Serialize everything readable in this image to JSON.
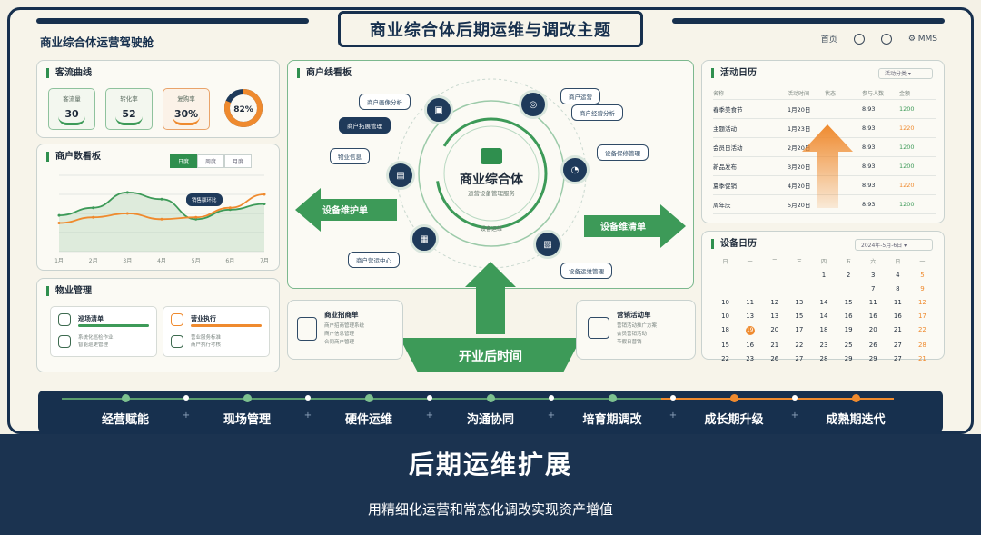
{
  "header": {
    "title": "商业综合体后期运维与调改主题",
    "brand": "商业综合体运营驾驶舱",
    "nav": [
      "首页",
      "",
      "",
      "MMS"
    ]
  },
  "traffic": {
    "title": "客流曲线",
    "kpis": [
      {
        "label": "客流量",
        "value": "30"
      },
      {
        "label": "转化率",
        "value": "52"
      },
      {
        "label": "复购率",
        "value": "30%"
      }
    ],
    "ring_value": "82%"
  },
  "tenant_board_left": {
    "title": "商户数看板",
    "segments": [
      "日度",
      "周度",
      "月度"
    ],
    "x_ticks": [
      "1月",
      "2月",
      "3月",
      "4月",
      "5月",
      "6月",
      "7月"
    ],
    "tooltip": "销售额环比"
  },
  "chart_data": {
    "type": "line",
    "title": "",
    "x": [
      "1月",
      "2月",
      "3月",
      "4月",
      "5月",
      "6月",
      "7月"
    ],
    "series": [
      {
        "values": [
          38,
          46,
          62,
          55,
          34,
          44,
          50
        ],
        "color": "#3d9a58"
      },
      {
        "values": [
          30,
          36,
          40,
          34,
          36,
          46,
          60
        ],
        "color": "#ef8a2e"
      }
    ],
    "ylim": [
      0,
      80
    ]
  },
  "ops_mgmt": {
    "title": "物业管理",
    "items": [
      {
        "title": "巡场清单",
        "lines": [
          "系统化巡检作业",
          "智能巡更管理"
        ]
      },
      {
        "title": "营业执行",
        "lines": [
          "营业服务标准",
          "商户执行考核"
        ]
      }
    ]
  },
  "center": {
    "title": "商户线看板",
    "hub_title": "商业综合体",
    "hub_sub": "运营设备管理服务",
    "hub_foot": "设备运维",
    "tags": [
      "商户画像分析",
      "商户拓展管理",
      "商户运营",
      "商户经营分析",
      "物业信息",
      "设备保修管理",
      "商户营运中心",
      "设备运维管理"
    ],
    "left_arrow": "设备维护单",
    "right_arrow": "设备维清单",
    "bottom_arrow": "开业后时间",
    "info_left": {
      "title": "商业招商单",
      "lines": [
        "商户招商管理系统",
        "商户信息管理",
        "合同商户管理"
      ]
    },
    "info_right": {
      "title": "营销活动单",
      "lines": [
        "营销活动推广方案",
        "会员营销活动",
        "节假日营销"
      ]
    }
  },
  "activity": {
    "title": "活动日历",
    "dropdown": "活动分类",
    "headers": [
      "名称",
      "活动时间",
      "状态",
      "参与人数",
      "金额"
    ],
    "rows": [
      {
        "name": "春季美食节",
        "time": "1月20日",
        "status": "",
        "count": "8.93",
        "amount": "1200"
      },
      {
        "name": "主题活动",
        "time": "1月23日",
        "status": "",
        "count": "8.93",
        "amount": "1220"
      },
      {
        "name": "会员日活动",
        "time": "2月20日",
        "status": "",
        "count": "8.93",
        "amount": "1200"
      },
      {
        "name": "新品发布",
        "time": "3月20日",
        "status": "",
        "count": "8.93",
        "amount": "1200"
      },
      {
        "name": "夏季促销",
        "time": "4月20日",
        "status": "",
        "count": "8.93",
        "amount": "1220"
      },
      {
        "name": "周年庆",
        "time": "5月20日",
        "status": "",
        "count": "8.93",
        "amount": "1200"
      }
    ]
  },
  "device_cal": {
    "title": "设备日历",
    "dropdown": "2024年-5月-6日",
    "weekdays": [
      "日",
      "一",
      "二",
      "三",
      "四",
      "五",
      "六",
      "日",
      "一"
    ],
    "days": [
      [
        "",
        "",
        "",
        "",
        "1",
        "2",
        "3",
        "4",
        "5"
      ],
      [
        "",
        "",
        "",
        "",
        "",
        "",
        "7",
        "8",
        "9"
      ],
      [
        "10",
        "11",
        "12",
        "13",
        "14",
        "15",
        "11",
        "11",
        "12"
      ],
      [
        "10",
        "13",
        "13",
        "15",
        "14",
        "16",
        "16",
        "16",
        "17"
      ],
      [
        "18",
        "19",
        "20",
        "17",
        "18",
        "19",
        "20",
        "21",
        "22"
      ],
      [
        "15",
        "16",
        "21",
        "22",
        "23",
        "25",
        "26",
        "27",
        "28"
      ],
      [
        "22",
        "23",
        "26",
        "27",
        "28",
        "29",
        "29",
        "27",
        "21"
      ]
    ]
  },
  "timeline": {
    "stages": [
      "经营赋能",
      "现场管理",
      "硬件运维",
      "沟通协同",
      "培育期调改",
      "成长期升级",
      "成熟期迭代"
    ]
  },
  "footer": {
    "headline": "后期运维扩展",
    "subline": "用精细化运营和常态化调改实现资产增值"
  }
}
